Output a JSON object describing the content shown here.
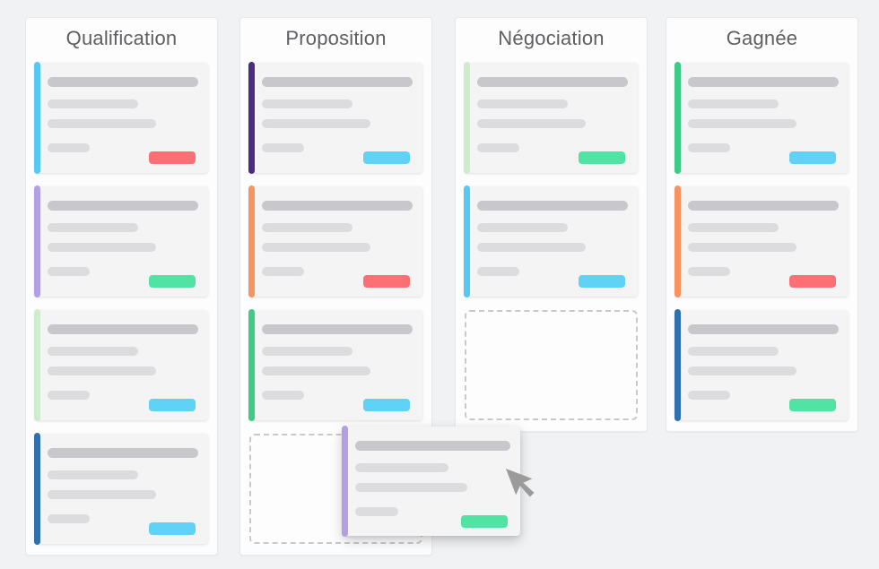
{
  "app": {
    "name": "sales-pipeline-kanban-board"
  },
  "palette": {
    "page_bg": "#f1f2f4",
    "column_bg": "#fdfdfe",
    "column_border": "#e9e9ec",
    "card_bg": "#f4f4f5",
    "bar_title_color": "#c8c8cc",
    "bar_line_color": "#dcdcdf",
    "dashed_border": "#c9c9cc",
    "title_text": "#5e5e63",
    "cursor_color": "#9b9b9b",
    "badge_red": "#fc6f74",
    "badge_green": "#50e3a4",
    "badge_blue": "#5fd2f5"
  },
  "card_skeleton": {
    "bar_widths_pct": [
      100,
      60,
      72,
      28
    ]
  },
  "board": {
    "columns": [
      {
        "id": "qualification",
        "title": "Qualification",
        "items": [
          {
            "type": "card",
            "stripe": "#57c8f2",
            "badge": "#fc6f74"
          },
          {
            "type": "card",
            "stripe": "#b2a0e2",
            "badge": "#50e3a4"
          },
          {
            "type": "card",
            "stripe": "#cfeccf",
            "badge": "#5fd2f5"
          },
          {
            "type": "card",
            "stripe": "#2e71ad",
            "badge": "#5fd2f5"
          }
        ]
      },
      {
        "id": "proposition",
        "title": "Proposition",
        "items": [
          {
            "type": "card",
            "stripe": "#4b2c80",
            "badge": "#5fd2f5"
          },
          {
            "type": "card",
            "stripe": "#f6935e",
            "badge": "#fc6f74"
          },
          {
            "type": "card",
            "stripe": "#3ecb87",
            "badge": "#5fd2f5"
          },
          {
            "type": "placeholder"
          }
        ]
      },
      {
        "id": "negociation",
        "title": "Négociation",
        "items": [
          {
            "type": "card",
            "stripe": "#cfeccf",
            "badge": "#50e3a4"
          },
          {
            "type": "card",
            "stripe": "#57c8f2",
            "badge": "#5fd2f5"
          },
          {
            "type": "placeholder"
          }
        ]
      },
      {
        "id": "gagnee",
        "title": "Gagnée",
        "items": [
          {
            "type": "card",
            "stripe": "#3ecb87",
            "badge": "#5fd2f5"
          },
          {
            "type": "card",
            "stripe": "#f6935e",
            "badge": "#fc6f74"
          },
          {
            "type": "card",
            "stripe": "#2e71ad",
            "badge": "#50e3a4"
          }
        ]
      }
    ]
  },
  "drag": {
    "active": true,
    "over_column": "proposition",
    "card": {
      "type": "card",
      "stripe": "#b2a0e2",
      "badge": "#50e3a4"
    },
    "cursor_icon": "arrow-pointer-icon"
  }
}
